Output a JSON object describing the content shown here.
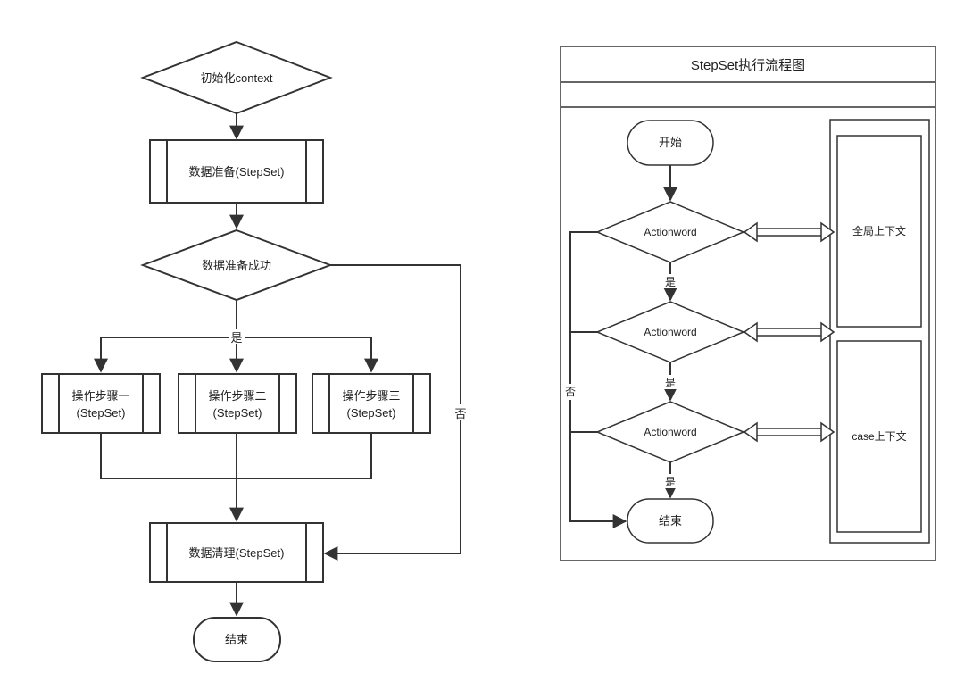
{
  "left_flow": {
    "init": "初始化context",
    "prepare": "数据准备(StepSet)",
    "prepare_ok": "数据准备成功",
    "yes": "是",
    "no": "否",
    "step1_line1": "操作步骤一",
    "step1_line2": "(StepSet)",
    "step2_line1": "操作步骤二",
    "step2_line2": "(StepSet)",
    "step3_line1": "操作步骤三",
    "step3_line2": "(StepSet)",
    "cleanup": "数据清理(StepSet)",
    "end": "结束"
  },
  "right_flow": {
    "title": "StepSet执行流程图",
    "start": "开始",
    "decisions": [
      "Actionword",
      "Actionword",
      "Actionword"
    ],
    "yes_labels": [
      "是",
      "是",
      "是"
    ],
    "no": "否",
    "end": "结束",
    "global_ctx": "全局上下文",
    "case_ctx": "case上下文"
  }
}
